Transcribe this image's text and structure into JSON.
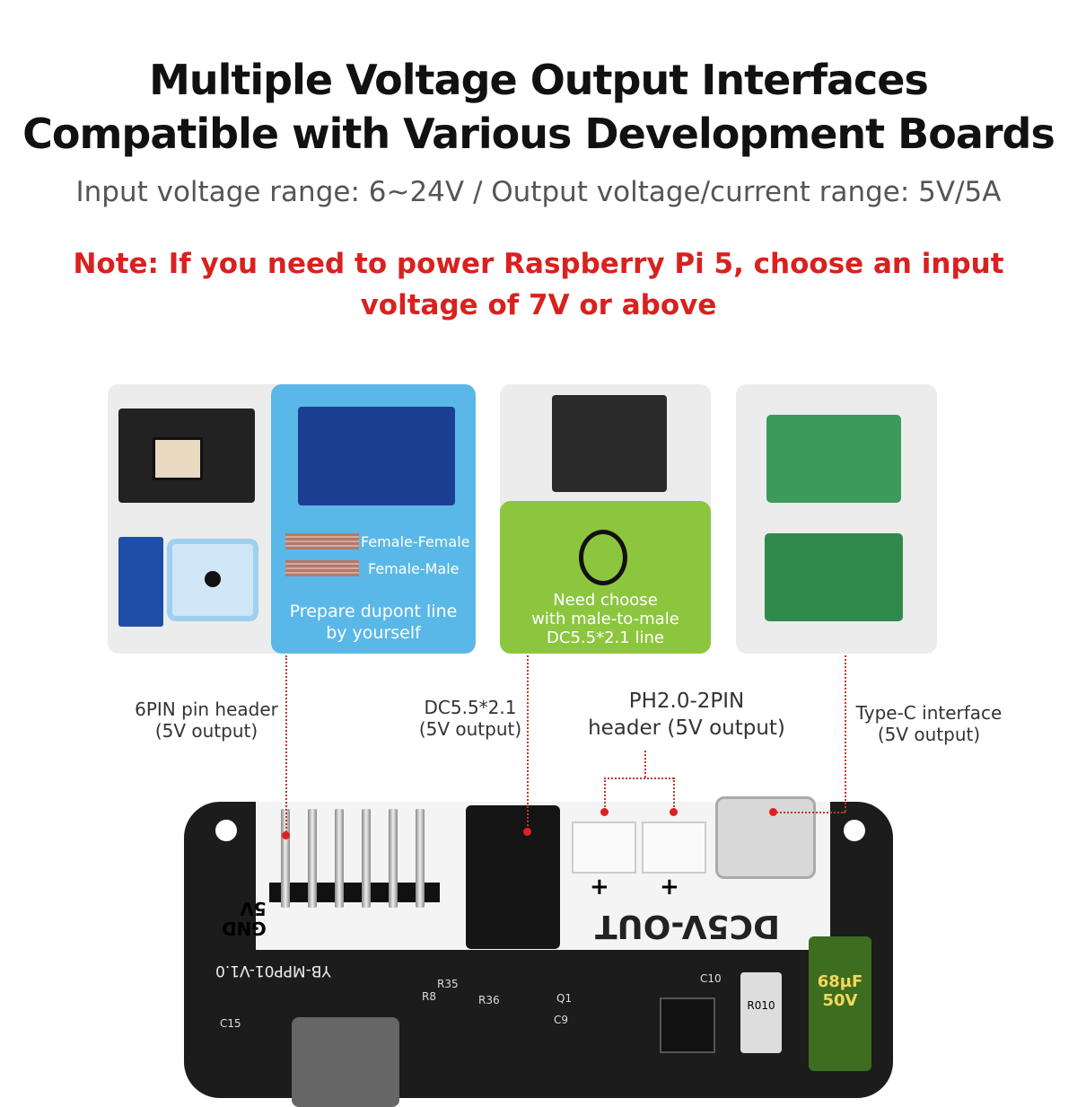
{
  "header": {
    "title_line1": "Multiple Voltage Output Interfaces",
    "title_line2": "Compatible with Various Development Boards",
    "subtitle": "Input voltage range: 6~24V / Output voltage/current range: 5V/5A",
    "note_line1": "Note: If you need to power Raspberry Pi 5, choose an input",
    "note_line2": "voltage of 7V or above"
  },
  "panels": {
    "dupont": {
      "cable1": "Female-Female",
      "cable2": "Female-Male",
      "caption_line1": "Prepare dupont line",
      "caption_line2": "by yourself",
      "color": "#5ab8e8"
    },
    "dc_cable": {
      "caption_line1": "Need choose",
      "caption_line2": "with male-to-male",
      "caption_line3": "DC5.5*2.1 line",
      "color": "#8cc63f"
    }
  },
  "interfaces": [
    {
      "line1": "6PIN pin header",
      "line2": "(5V output)"
    },
    {
      "line1": "DC5.5*2.1",
      "line2": "(5V output)"
    },
    {
      "line1": "PH2.0-2PIN",
      "line2": "header (5V output)"
    },
    {
      "line1": "Type-C interface",
      "line2": "(5V output)"
    }
  ],
  "board": {
    "silk_out": "DC5V-OUT",
    "silk_model": "YB-MPP01-V1.0",
    "silk_5v": "5V",
    "silk_gnd": "GND",
    "plus1": "+",
    "plus2": "+",
    "refs": [
      "R35",
      "R8",
      "R36",
      "Q1",
      "C9",
      "C10",
      "C15",
      "R010"
    ],
    "capacitor": "68µF 50V"
  },
  "colors": {
    "accent_red": "#d9211f",
    "board": "#1c1c1c"
  }
}
